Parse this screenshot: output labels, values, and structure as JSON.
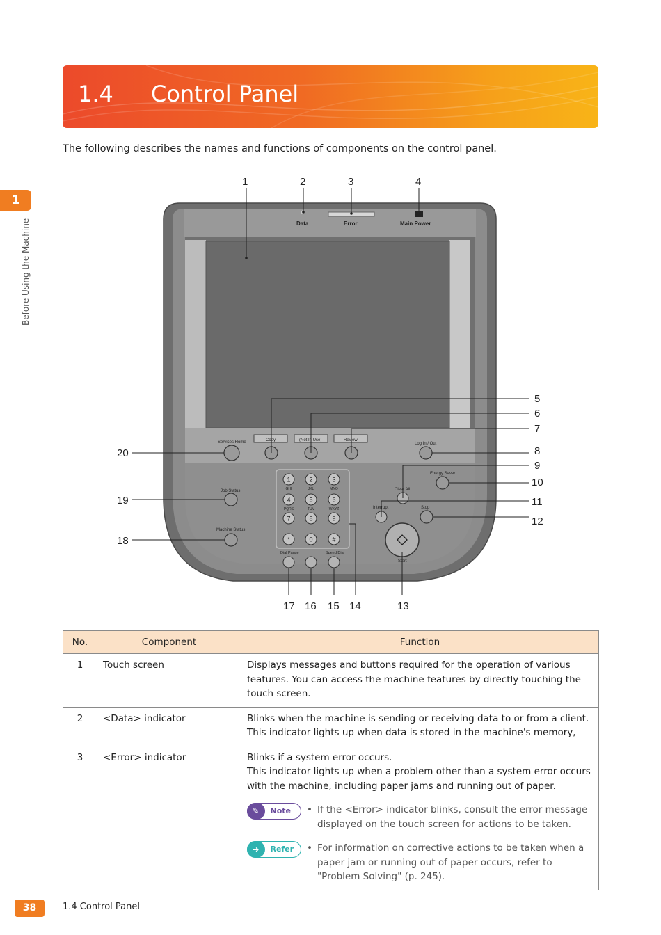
{
  "section": {
    "number": "1.4",
    "title": "Control Panel"
  },
  "intro": "The following describes the names and functions of components on the control panel.",
  "chapter": {
    "number": "1",
    "label": "Before Using the Machine"
  },
  "panel": {
    "indicators": {
      "data": "Data",
      "error": "Error",
      "main_power": "Main Power"
    },
    "buttons": {
      "services_home": "Services Home",
      "copy": "Copy",
      "not_in_use": "(Not In Use)",
      "review": "Review",
      "login_out": "Log In / Out",
      "energy_saver": "Energy Saver",
      "job_status": "Job Status",
      "machine_status": "Machine Status",
      "clear_all": "Clear All",
      "interrupt": "Interrupt",
      "stop": "Stop",
      "start": "Start",
      "dial_pause": "Dial Pause",
      "speed_dial": "Speed Dial"
    },
    "keypad": {
      "keys": [
        "1",
        "2",
        "3",
        "4",
        "5",
        "6",
        "7",
        "8",
        "9",
        "*",
        "0",
        "#"
      ],
      "sublabels": [
        "GHI",
        "JKL",
        "MNO",
        "PQRS",
        "TUV",
        "WXYZ"
      ]
    },
    "callouts": [
      "1",
      "2",
      "3",
      "4",
      "5",
      "6",
      "7",
      "8",
      "9",
      "10",
      "11",
      "12",
      "13",
      "14",
      "15",
      "16",
      "17",
      "18",
      "19",
      "20"
    ]
  },
  "table": {
    "headers": {
      "no": "No.",
      "component": "Component",
      "function": "Function"
    },
    "rows": [
      {
        "no": "1",
        "component": "Touch screen",
        "function": "Displays messages and buttons required for the operation of various features. You can access the machine features by directly touching the touch screen."
      },
      {
        "no": "2",
        "component": "<Data> indicator",
        "function": "Blinks when the machine is sending or receiving data to or from a client. This indicator lights up when data is stored in the machine's memory,"
      },
      {
        "no": "3",
        "component": "<Error> indicator",
        "function_1": "Blinks if a system error occurs.",
        "function_2": "This indicator lights up when a problem other than a system error occurs with the machine, including paper jams and running out of paper.",
        "note_label": "Note",
        "note_text": "If the <Error> indicator blinks, consult the error message displayed on the touch screen for actions to be taken.",
        "refer_label": "Refer",
        "refer_text": "For information on corrective actions to be taken when a paper jam or running out of paper occurs, refer to \"Problem Solving\" (p. 245)."
      }
    ]
  },
  "footer": {
    "page": "38",
    "text": "1.4 Control Panel"
  },
  "colors": {
    "accent": "#f07d21",
    "header_fill": "#fbe1c7",
    "note": "#6a4c9c",
    "refer": "#2fb3b0"
  }
}
